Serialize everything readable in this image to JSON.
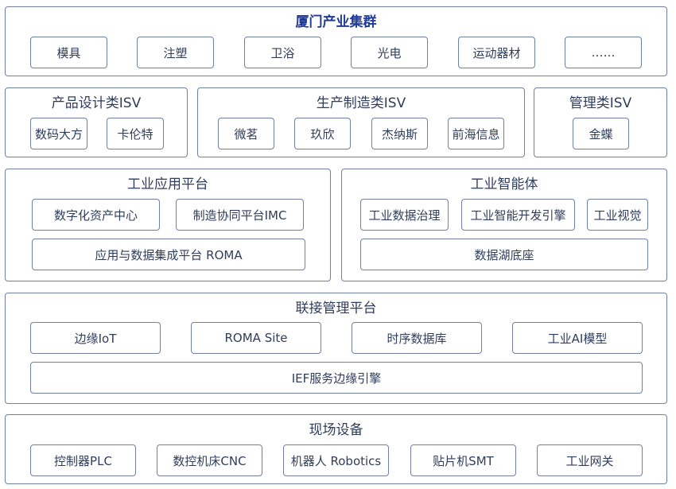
{
  "cluster": {
    "title": "厦门产业集群",
    "items": [
      "模具",
      "注塑",
      "卫浴",
      "光电",
      "运动器材",
      "……"
    ]
  },
  "isv": {
    "design": {
      "title": "产品设计类ISV",
      "items": [
        "数码大方",
        "卡伦特"
      ]
    },
    "manufacturing": {
      "title": "生产制造类ISV",
      "items": [
        "微茗",
        "玖欣",
        "杰纳斯",
        "前海信息"
      ]
    },
    "management": {
      "title": "管理类ISV",
      "items": [
        "金蝶"
      ]
    }
  },
  "industrial_app_platform": {
    "title": "工业应用平台",
    "items": [
      "数字化资产中心",
      "制造协同平台IMC",
      "应用与数据集成平台 ROMA"
    ]
  },
  "industrial_agent": {
    "title": "工业智能体",
    "items": [
      "工业数据治理",
      "工业智能开发引擎",
      "工业视觉",
      "数据湖底座"
    ]
  },
  "connection_platform": {
    "title": "联接管理平台",
    "items": [
      "边缘IoT",
      "ROMA Site",
      "时序数据库",
      "工业AI模型",
      "IEF服务边缘引擎"
    ]
  },
  "field_devices": {
    "title": "现场设备",
    "items": [
      "控制器PLC",
      "数控机床CNC",
      "机器人 Robotics",
      "贴片机SMT",
      "工业网关"
    ]
  },
  "colors": {
    "border": "#6f7fa6",
    "title_accent": "#1f3a99",
    "text": "#2f3d5c"
  }
}
